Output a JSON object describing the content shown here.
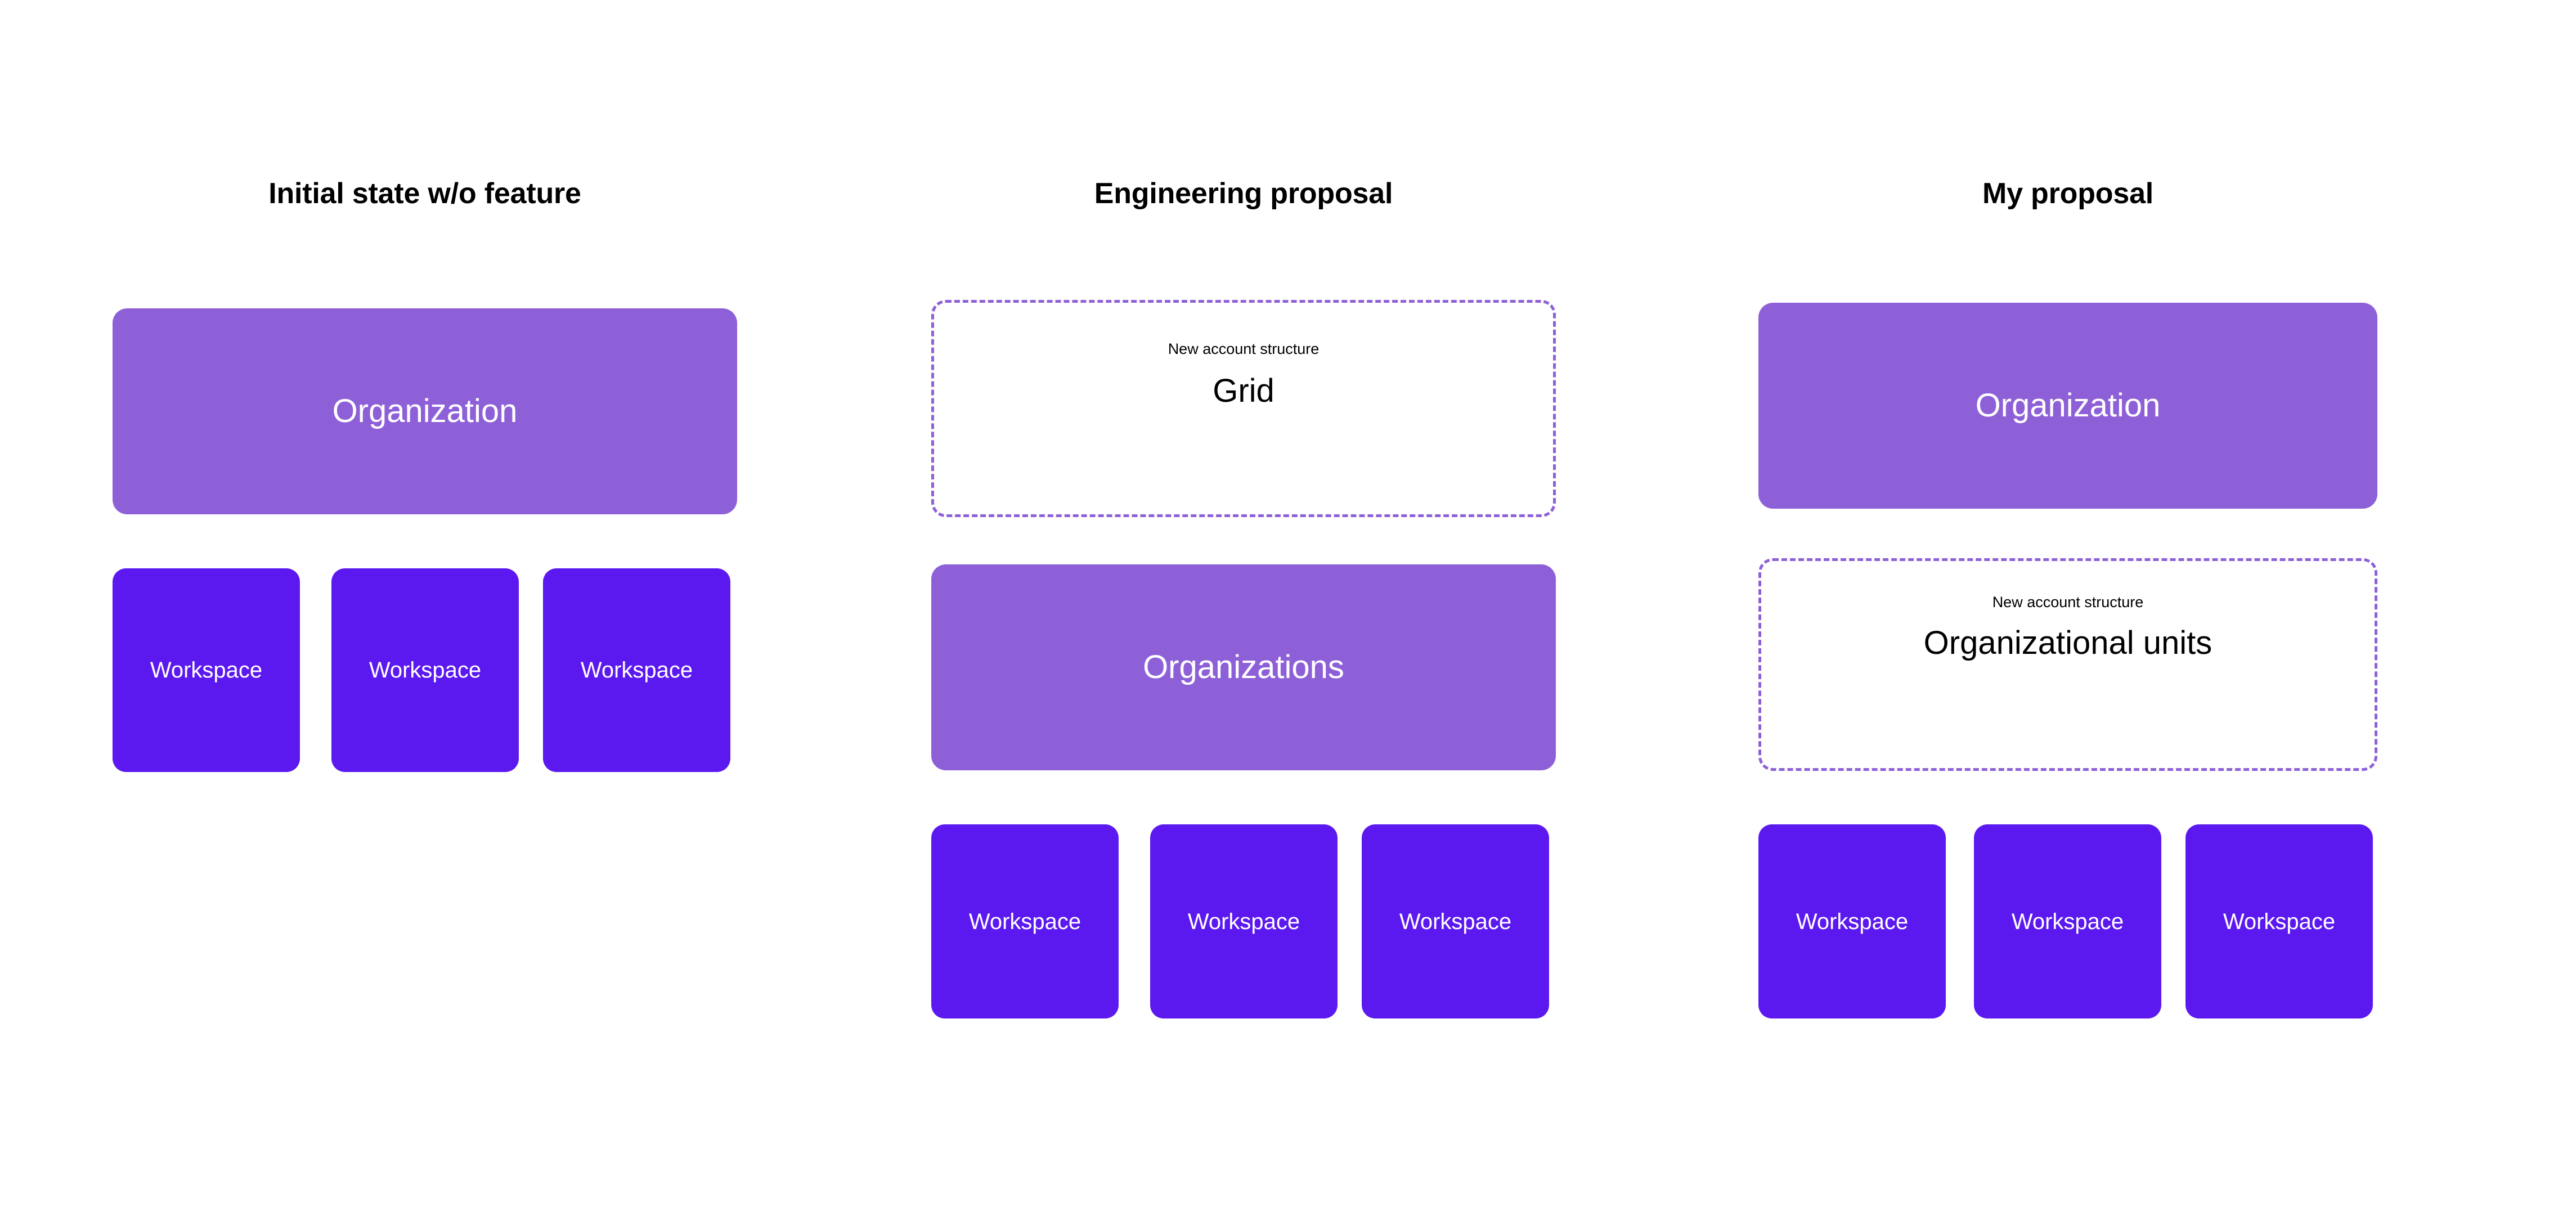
{
  "diagram": {
    "background_color": "#ffffff",
    "colors": {
      "organization_fill": "#8E60D8",
      "workspace_fill": "#5B19F0",
      "dashed_border": "#8E60D8",
      "text_on_fill": "#ffffff",
      "text_dark": "#000000"
    }
  },
  "columns": [
    {
      "title": "Initial state w/o feature",
      "organization": {
        "label": "Organization"
      },
      "workspaces": [
        {
          "label": "Workspace"
        },
        {
          "label": "Workspace"
        },
        {
          "label": "Workspace"
        }
      ]
    },
    {
      "title": "Engineering proposal",
      "new_structure": {
        "eyebrow": "New account structure",
        "label": "Grid"
      },
      "organization": {
        "label": "Organizations"
      },
      "workspaces": [
        {
          "label": "Workspace"
        },
        {
          "label": "Workspace"
        },
        {
          "label": "Workspace"
        }
      ]
    },
    {
      "title": "My proposal",
      "organization": {
        "label": "Organization"
      },
      "new_structure": {
        "eyebrow": "New account structure",
        "label": "Organizational units"
      },
      "workspaces": [
        {
          "label": "Workspace"
        },
        {
          "label": "Workspace"
        },
        {
          "label": "Workspace"
        }
      ]
    }
  ]
}
